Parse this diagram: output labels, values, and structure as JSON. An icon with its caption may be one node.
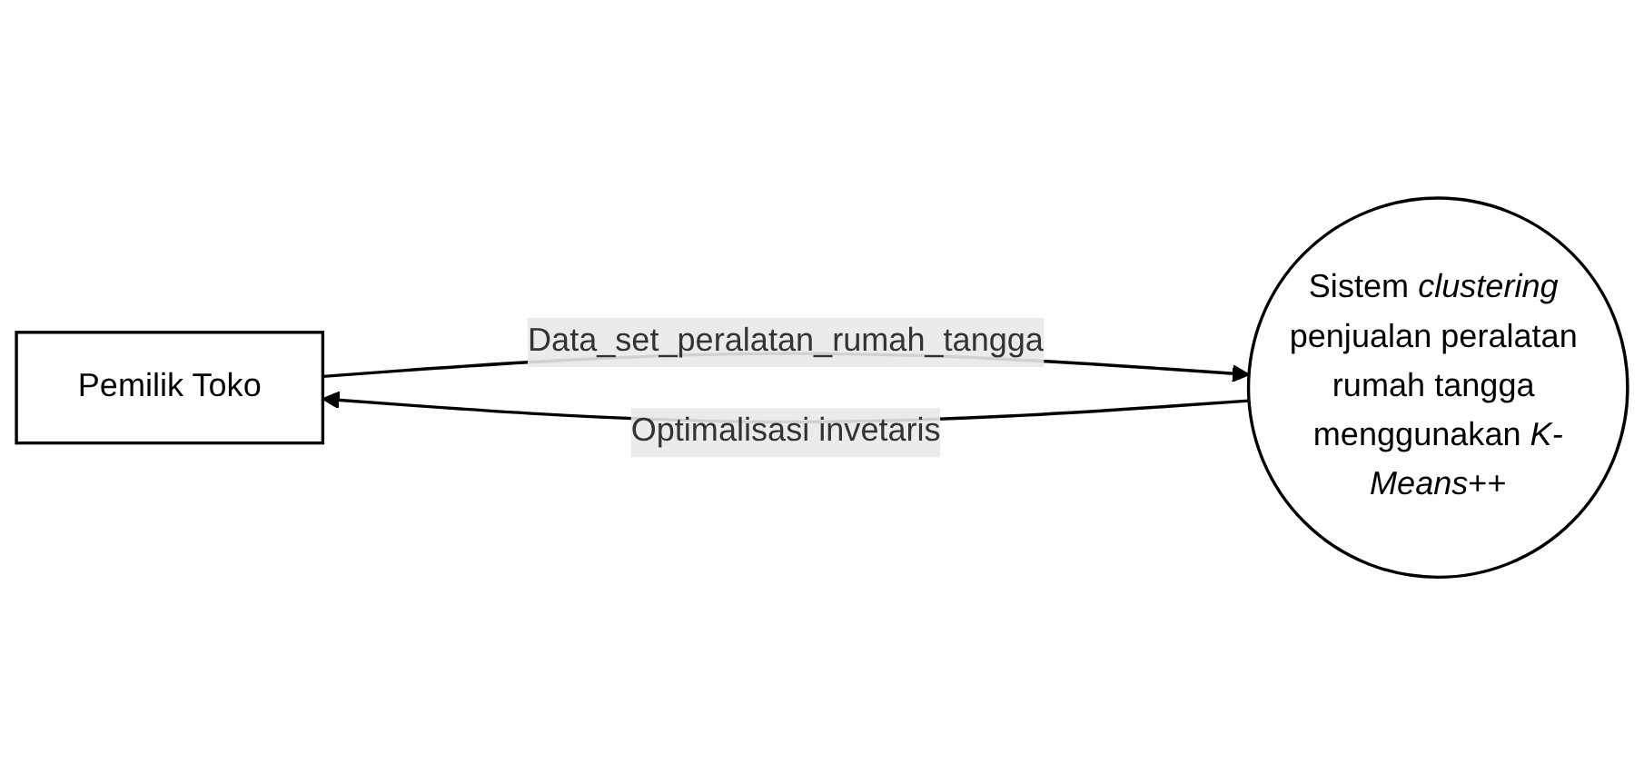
{
  "diagram": {
    "nodes": [
      {
        "text": [
          "Pemilik Toko"
        ]
      },
      {
        "text": [
          "Sistem *clustering* penjualan peralatan rumah tangga menggunakan *K-Means*++"
        ]
      }
    ],
    "edges": [
      {
        "from": 1,
        "to": 0,
        "arrow": "to",
        "label": "Optimalisasi invetaris"
      },
      {
        "from": 0,
        "to": 1,
        "arrow": "to",
        "label": "Data_set_peralatan_rumah_tangga"
      }
    ]
  }
}
